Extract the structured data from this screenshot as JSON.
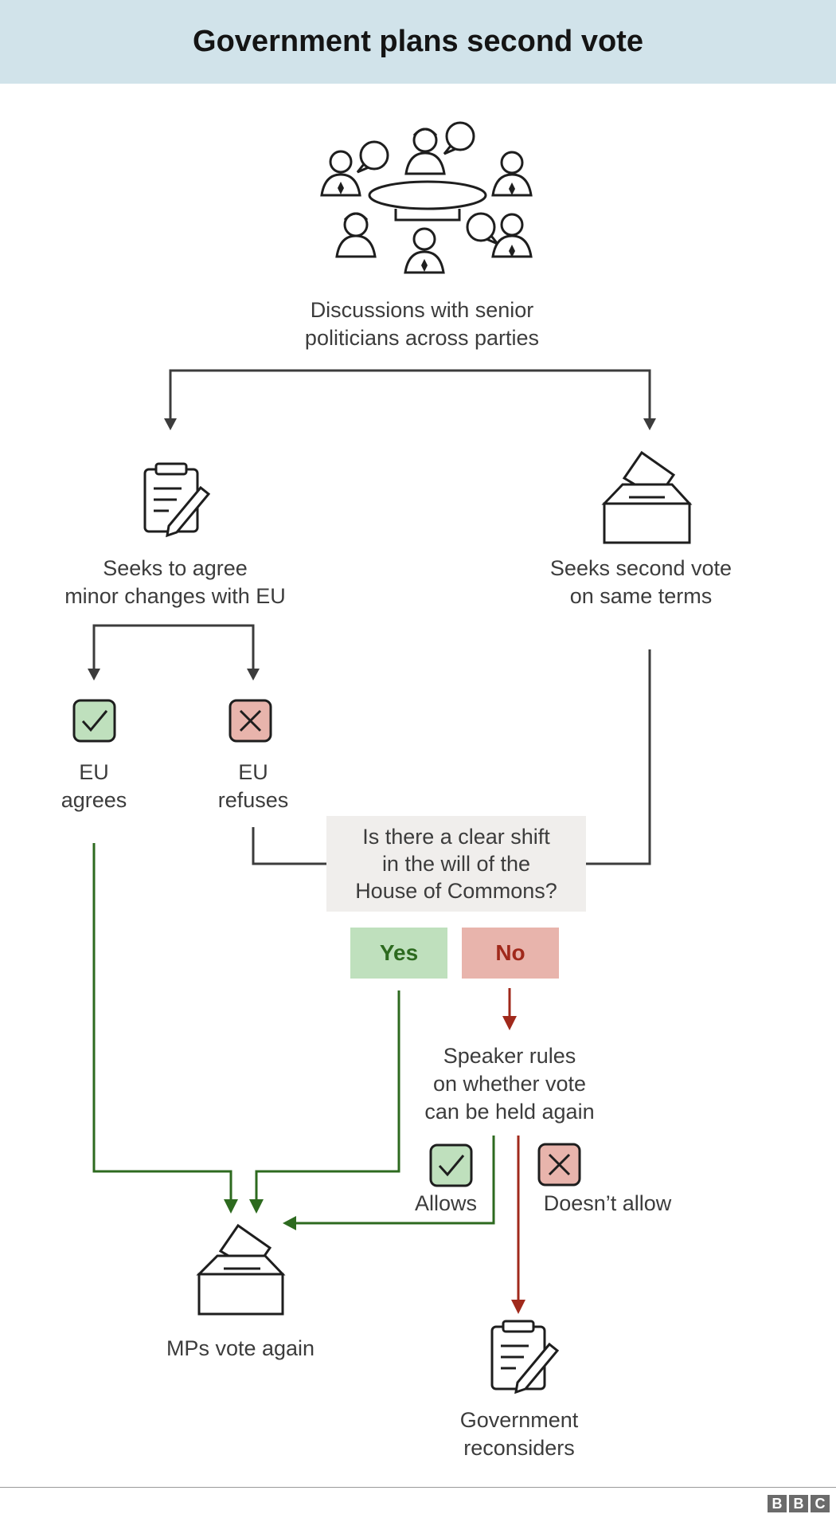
{
  "header": {
    "title": "Government plans second vote"
  },
  "nodes": {
    "discussions": [
      "Discussions with senior",
      "politicians across parties"
    ],
    "minor_changes": [
      "Seeks to agree",
      "minor changes with EU"
    ],
    "second_vote": [
      "Seeks second vote",
      "on same terms"
    ],
    "eu_agrees": [
      "EU",
      "agrees"
    ],
    "eu_refuses": [
      "EU",
      "refuses"
    ],
    "question": [
      "Is there a clear shift",
      "in the will of the",
      "House of Commons?"
    ],
    "yes": "Yes",
    "no": "No",
    "speaker": [
      "Speaker rules",
      "on whether vote",
      "can be held again"
    ],
    "allows": "Allows",
    "doesnt_allow": "Doesn’t allow",
    "mps_vote": "MPs vote again",
    "reconsiders": [
      "Government",
      "reconsiders"
    ]
  },
  "footer": {
    "logo": [
      "B",
      "B",
      "C"
    ]
  },
  "colors": {
    "header_bg": "#d1e3ea",
    "line_dark": "#3c3c3c",
    "line_green": "#2d6a1f",
    "line_red": "#a0291b",
    "yes_bg": "#bfe0bd",
    "no_bg": "#e8b4ac",
    "question_bg": "#f0eeec"
  },
  "icons": [
    "people-meeting-icon",
    "clipboard-icon",
    "ballot-box-icon",
    "check-icon",
    "cross-icon"
  ]
}
